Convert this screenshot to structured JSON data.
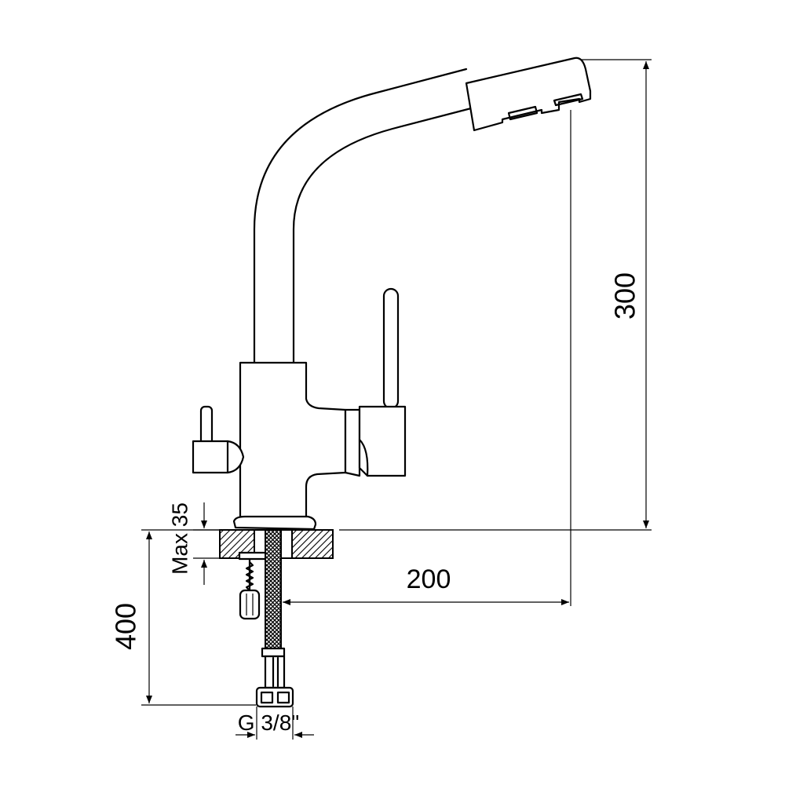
{
  "dimensions": {
    "height_total": "300",
    "spout_reach": "200",
    "counter_max": "Max 35",
    "hose_length": "400",
    "thread": "G 3/8\""
  }
}
